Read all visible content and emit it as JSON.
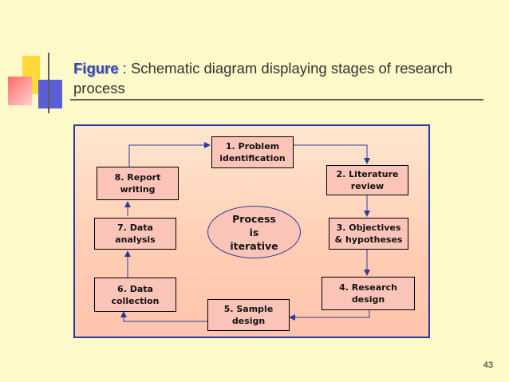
{
  "slide": {
    "title_keyword": "Figure",
    "title_text": " : Schematic diagram displaying stages of research process",
    "page_number": "43"
  },
  "diagram": {
    "center_label": "Process\nis\niterative",
    "stages": [
      "1. Problem\nidentification",
      "2. Literature\nreview",
      "3. Objectives\n& hypotheses",
      "4. Research\ndesign",
      "5. Sample\ndesign",
      "6. Data\ncollection",
      "7. Data\nanalysis",
      "8. Report\nwriting"
    ]
  },
  "colors": {
    "background": "#fdf9c8",
    "box_fill": "#fbc4b8",
    "panel_border": "#2a3a9a",
    "arrow": "#2a3a9a",
    "title_keyword": "#3d4ba8"
  }
}
